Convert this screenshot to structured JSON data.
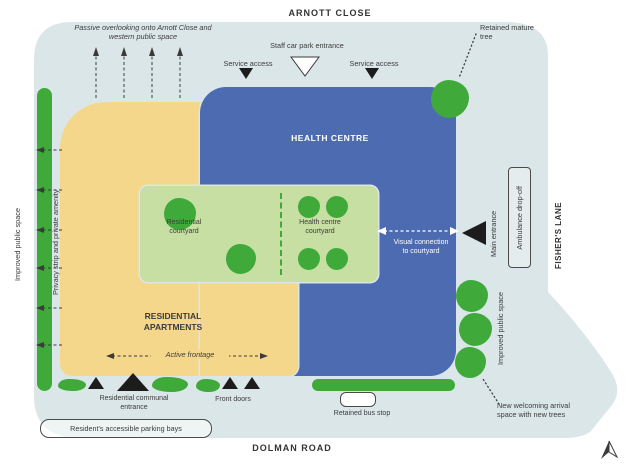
{
  "streets": {
    "top": "ARNOTT CLOSE",
    "bottom": "DOLMAN ROAD",
    "right": "FISHER'S LANE"
  },
  "blocks": {
    "health_centre": "HEALTH CENTRE",
    "residential_apartments": "RESIDENTIAL APARTMENTS",
    "residential_courtyard": "Residential courtyard",
    "health_centre_courtyard": "Health centre courtyard"
  },
  "annotations": {
    "passive_overlooking": "Passive overlooking onto Arnott Close and western public space",
    "staff_car_park_entrance": "Staff car park entrance",
    "service_access": "Service access",
    "retained_mature_tree": "Retained mature tree",
    "improved_public_space_left": "Improved public space",
    "privacy_strip": "Privacy strip and private amenity",
    "visual_connection": "Visual connection to courtyard",
    "main_entrance": "Main entrance",
    "ambulance_drop_off": "Ambulance drop-off",
    "improved_public_space_right": "Improved public space",
    "active_frontage": "Active frontage",
    "residential_communal_entrance": "Residential communal entrance",
    "front_doors": "Front doors",
    "retained_bus_stop": "Retained bus stop",
    "accessible_parking": "Resident's accessible parking bays",
    "arrival_space": "New welcoming arrival space with new trees"
  },
  "colors": {
    "site_bg": "#dbe6e8",
    "residential_yellow": "#f5d78c",
    "health_blue": "#4d6bb1",
    "courtyard_green": "#c8dfa3",
    "tree_green": "#3faa3a",
    "text_dark": "#3b3b3b",
    "green_text": "#2f9e33"
  }
}
